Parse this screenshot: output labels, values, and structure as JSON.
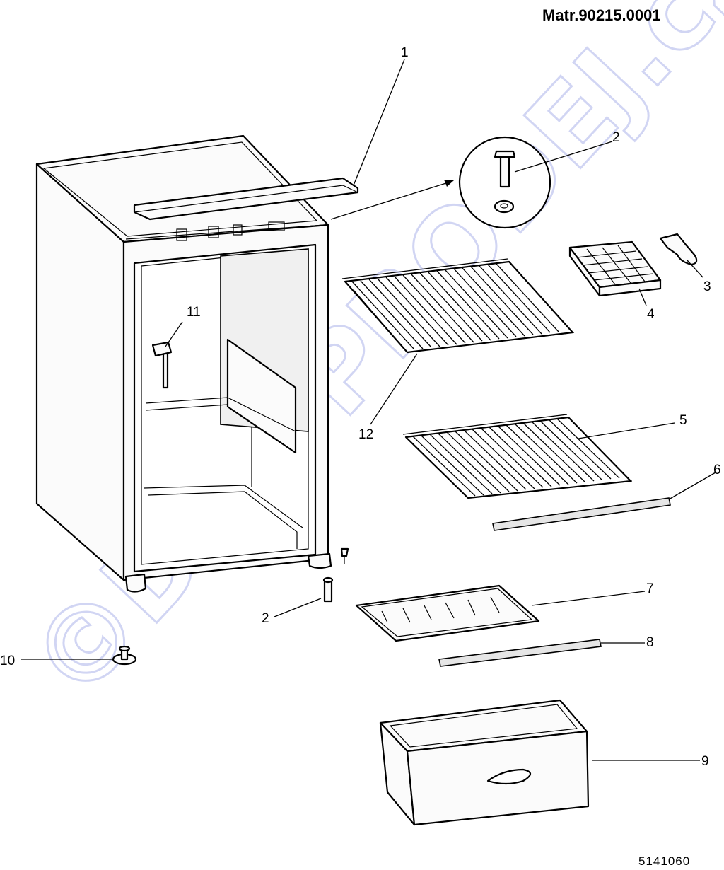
{
  "header": {
    "model_number": "Matr.90215.0001"
  },
  "footer": {
    "drawing_number": "5141060"
  },
  "watermark": {
    "text": "©DILY-PRODEJ.cz",
    "color": "#9aa3e6"
  },
  "callouts": {
    "c1": "1",
    "c2_top": "2",
    "c2_bottom": "2",
    "c3": "3",
    "c4": "4",
    "c5": "5",
    "c6": "6",
    "c7": "7",
    "c8": "8",
    "c9": "9",
    "c10": "10",
    "c11": "11",
    "c12": "12"
  }
}
